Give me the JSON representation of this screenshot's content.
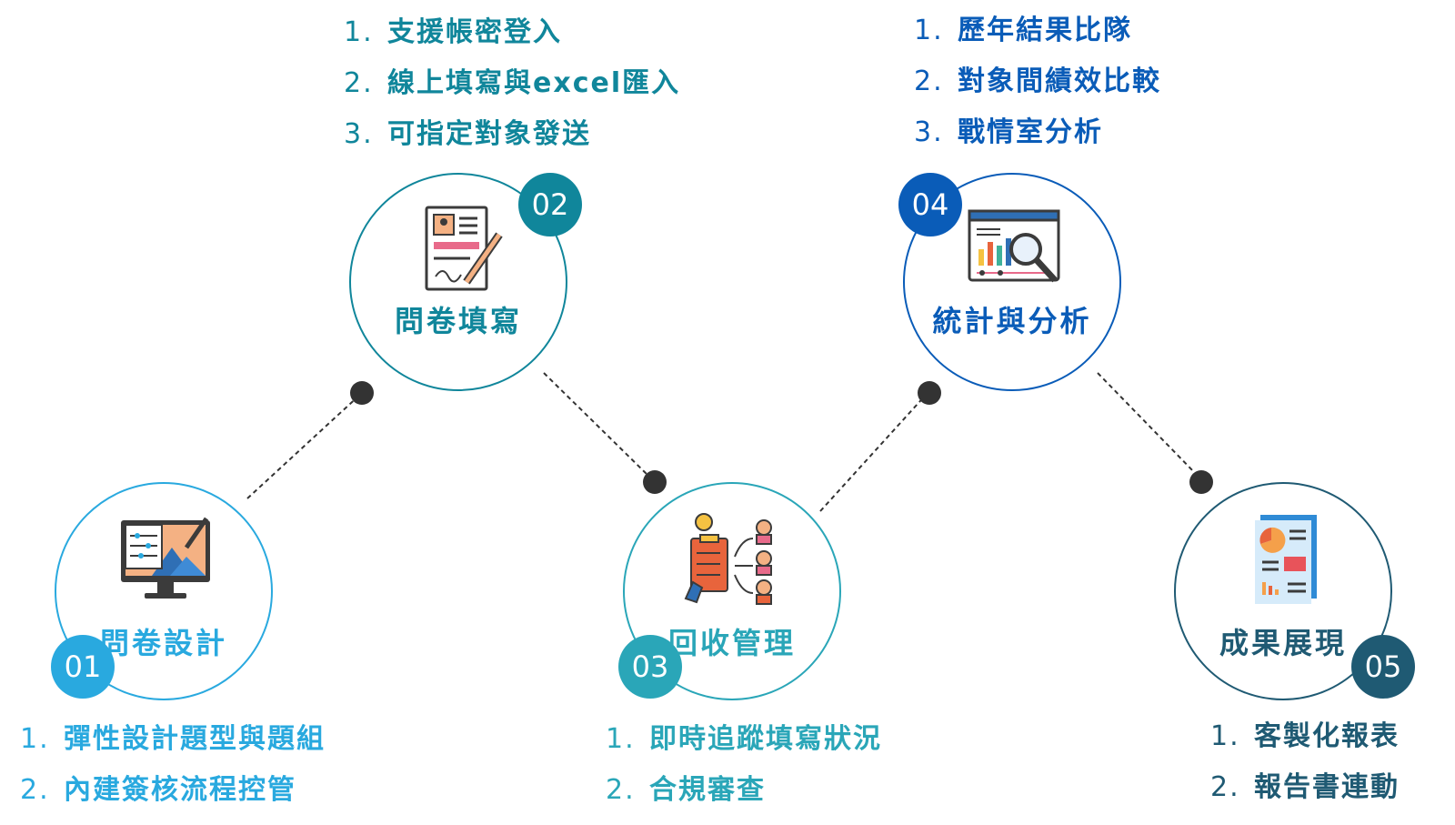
{
  "colors": {
    "step1": "#29a9df",
    "step2": "#10869b",
    "step3": "#2aa6b8",
    "step4": "#0a5cb8",
    "step5": "#1f5a73",
    "dot": "#333333"
  },
  "steps": [
    {
      "number": "01",
      "title": "問卷設計",
      "icon": "design-monitor-icon",
      "items": [
        {
          "n": "1.",
          "text": "彈性設計題型與題組"
        },
        {
          "n": "2.",
          "text": "內建簽核流程控管"
        }
      ]
    },
    {
      "number": "02",
      "title": "問卷填寫",
      "icon": "form-pen-icon",
      "items": [
        {
          "n": "1.",
          "text": "支援帳密登入"
        },
        {
          "n": "2.",
          "text": "線上填寫與excel匯入"
        },
        {
          "n": "3.",
          "text": "可指定對象發送"
        }
      ]
    },
    {
      "number": "03",
      "title": "回收管理",
      "icon": "collection-clipboard-icon",
      "items": [
        {
          "n": "1.",
          "text": "即時追蹤填寫狀況"
        },
        {
          "n": "2.",
          "text": "合規審查"
        }
      ]
    },
    {
      "number": "04",
      "title": "統計與分析",
      "icon": "analytics-magnifier-icon",
      "items": [
        {
          "n": "1.",
          "text": "歷年結果比隊"
        },
        {
          "n": "2.",
          "text": "對象間績效比較"
        },
        {
          "n": "3.",
          "text": "戰情室分析"
        }
      ]
    },
    {
      "number": "05",
      "title": "成果展現",
      "icon": "report-document-icon",
      "items": [
        {
          "n": "1.",
          "text": "客製化報表"
        },
        {
          "n": "2.",
          "text": "報告書連動"
        }
      ]
    }
  ]
}
